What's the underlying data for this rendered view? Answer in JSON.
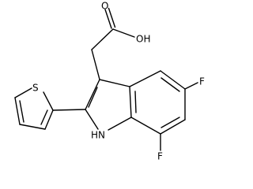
{
  "atoms": {
    "carbonyl_oxygen": "O",
    "hydroxyl": "OH",
    "thiophene_sulfur": "S",
    "fluorine_5": "F",
    "fluorine_7": "F",
    "indole_nh": "H",
    "indole_n": "N"
  }
}
